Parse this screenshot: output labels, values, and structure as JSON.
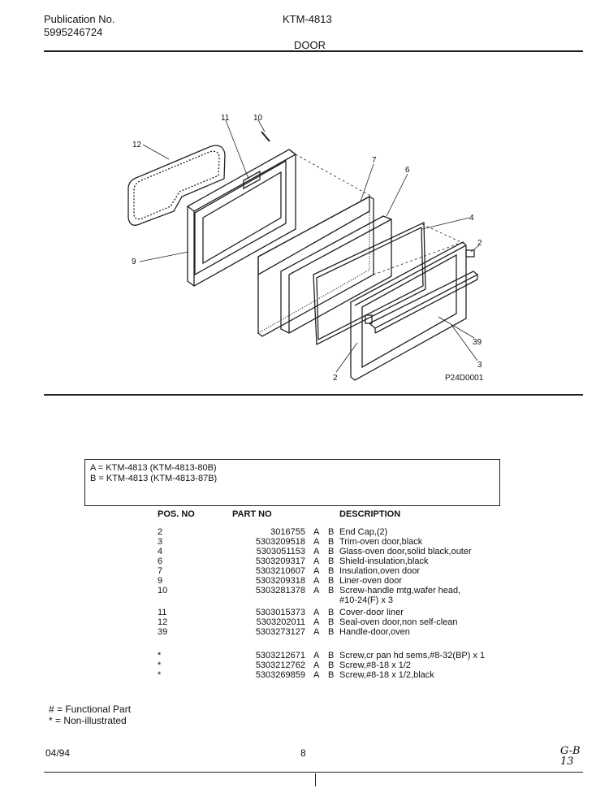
{
  "header": {
    "publication_label": "Publication No.",
    "publication_number": "5995246724",
    "model": "KTM-4813",
    "section": "DOOR"
  },
  "diagram": {
    "callouts": [
      "11",
      "10",
      "12",
      "7",
      "6",
      "4",
      "2",
      "9",
      "39",
      "3",
      "2"
    ],
    "code": "P24D0001"
  },
  "legend": [
    "A  =  KTM-4813 (KTM-4813-80B)",
    "B  =  KTM-4813 (KTM-4813-87B)"
  ],
  "table": {
    "headers": {
      "pos": "POS. NO",
      "part": "PART NO",
      "desc": "DESCRIPTION"
    },
    "rows": [
      {
        "pos": "2",
        "part": "3016755",
        "a": "A",
        "b": "B",
        "desc": "End Cap,(2)"
      },
      {
        "pos": "3",
        "part": "5303209518",
        "a": "A",
        "b": "B",
        "desc": "Trim-oven door,black"
      },
      {
        "pos": "4",
        "part": "5303051153",
        "a": "A",
        "b": "B",
        "desc": "Glass-oven door,solid black,outer"
      },
      {
        "pos": "6",
        "part": "5303209317",
        "a": "A",
        "b": "B",
        "desc": "Shield-insulation,black"
      },
      {
        "pos": "7",
        "part": "5303210607",
        "a": "A",
        "b": "B",
        "desc": "Insulation,oven door"
      },
      {
        "pos": "9",
        "part": "5303209318",
        "a": "A",
        "b": "B",
        "desc": "Liner-oven door"
      },
      {
        "pos": "10",
        "part": "5303281378",
        "a": "A",
        "b": "B",
        "desc": "Screw-handle mtg,wafer head,"
      },
      {
        "pos": "",
        "part": "",
        "a": "",
        "b": "",
        "desc": "#10-24(F) x 3"
      },
      {
        "pos": "11",
        "part": "5303015373",
        "a": "A",
        "b": "B",
        "desc": "Cover-door liner"
      },
      {
        "pos": "12",
        "part": "5303202011",
        "a": "A",
        "b": "B",
        "desc": "Seal-oven door,non self-clean"
      },
      {
        "pos": "39",
        "part": "5303273127",
        "a": "A",
        "b": "B",
        "desc": "Handle-door,oven"
      },
      {
        "pos": "*",
        "part": "5303212671",
        "a": "A",
        "b": "B",
        "desc": "Screw,cr pan hd sems,#8-32(BP) x 1"
      },
      {
        "pos": "*",
        "part": "5303212762",
        "a": "A",
        "b": "B",
        "desc": "Screw,#8-18 x 1/2"
      },
      {
        "pos": "*",
        "part": "5303269859",
        "a": "A",
        "b": "B",
        "desc": "Screw,#8-18 x 1/2,black"
      }
    ]
  },
  "footnotes": [
    "# = Functional Part",
    "* = Non-illustrated"
  ],
  "footer": {
    "date": "04/94",
    "page": "8",
    "handwritten_code": "G-B 13"
  }
}
